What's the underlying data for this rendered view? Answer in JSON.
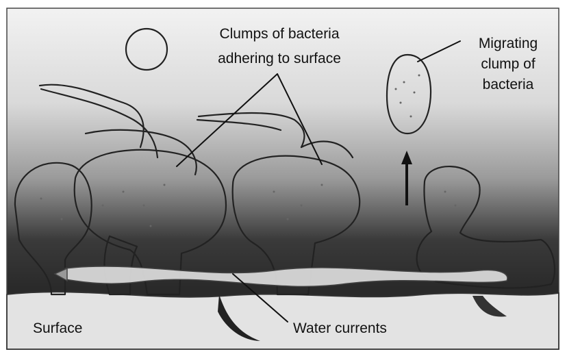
{
  "labels": {
    "clumps_line1": "Clumps of bacteria",
    "clumps_line2": "adhering to surface",
    "migrating_line1": "Migrating",
    "migrating_line2": "clump of",
    "migrating_line3": "bacteria",
    "surface": "Surface",
    "water_currents": "Water currents"
  }
}
